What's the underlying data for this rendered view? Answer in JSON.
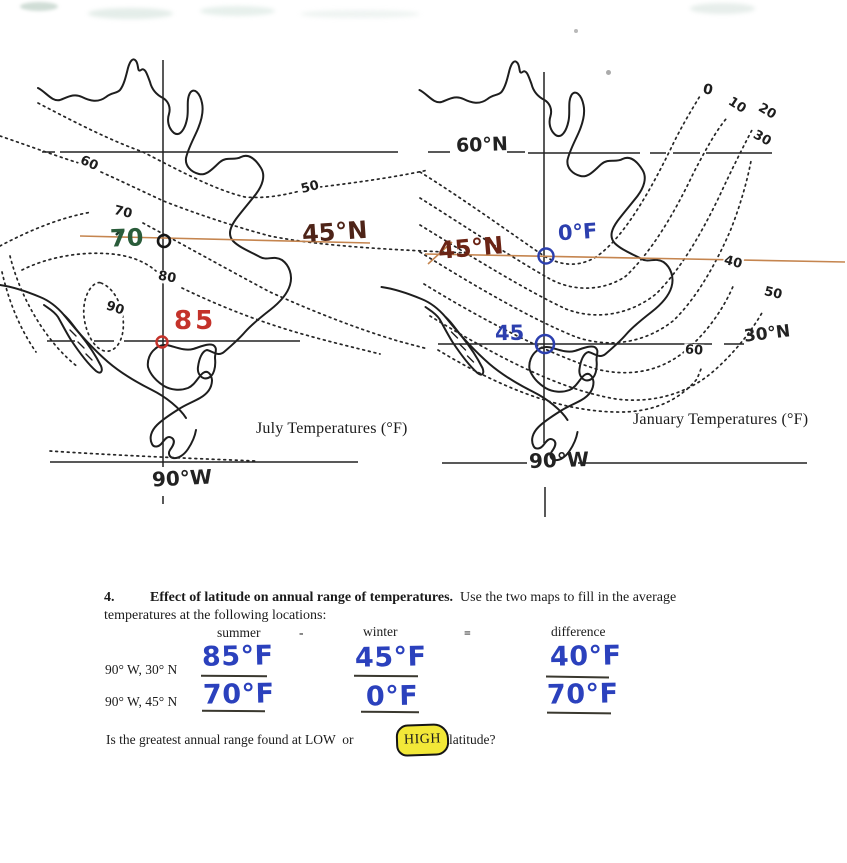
{
  "maps": {
    "july": {
      "title": "July Temperatures (°F)",
      "meridian_label": "90°W",
      "lat45_label": "45°N",
      "station_45n_value": "70",
      "station_30n_value": "85",
      "isotherm_labels": {
        "i60": "60",
        "i50": "50",
        "i70": "70",
        "i80": "80",
        "i90": "90"
      }
    },
    "january": {
      "title": "January Temperatures (°F)",
      "lat60_label": "60°N",
      "lat30_label": "30°N",
      "meridian_label": "90°W",
      "lat45_label": "45°N",
      "station_45n_value": "0°F",
      "station_30n_value": "45",
      "isotherm_labels": {
        "i0": "0",
        "i10": "10",
        "i20": "20",
        "i30": "30",
        "i40": "40",
        "i50": "50",
        "i60": "60"
      }
    }
  },
  "question": {
    "number": "4.",
    "heading_bold": "Effect of latitude on annual range of temperatures.",
    "heading_rest": "  Use the two maps to fill in the average",
    "intro_line2": "temperatures at the following locations:",
    "headers": {
      "summer": "summer",
      "minus": "-",
      "winter": "winter",
      "equals": "=",
      "difference": "difference"
    },
    "rows": [
      {
        "label": "90° W, 30° N",
        "summer": "85°F",
        "winter": "45°F",
        "difference": "40°F"
      },
      {
        "label": "90° W, 45° N",
        "summer": "70°F",
        "winter": "0°F",
        "difference": "70°F"
      }
    ],
    "final_prefix": "Is the greatest annual range found at LOW  or",
    "answer_highlight": "HIGH",
    "final_suffix": "latitude?"
  },
  "colors": {
    "ink_blue": "#2b41bd",
    "ink_red": "#c4322a",
    "ink_green": "#2a5c3a",
    "ink_maroon": "#5e2418",
    "orange_line": "#c5854f",
    "highlight_yellow": "#f2e838"
  }
}
